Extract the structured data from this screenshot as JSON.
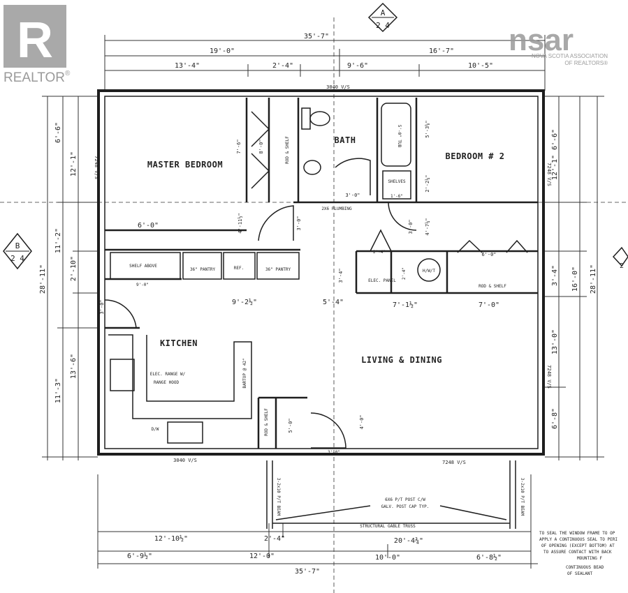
{
  "branding": {
    "realtor": "REALTOR",
    "realtor_mark": "®",
    "nsar_logo": "nsar",
    "nsar_association": "NOVA SCOTIA ASSOCIATION",
    "nsar_realtors": "OF REALTORS®"
  },
  "sections": {
    "a_letter": "A",
    "a_sheet": "2 4",
    "b_letter": "B",
    "b_sheet": "2 4",
    "b2_sheet": "2"
  },
  "dims": {
    "top_overall": "35'-7\"",
    "top_19": "19'-0\"",
    "top_16": "16'-7\"",
    "top_13": "13'-4\"",
    "top_2_4": "2'-4\"",
    "top_9_6": "9'-6\"",
    "top_10_5": "10'-5\"",
    "win_top": "3040 V/S",
    "win_bottom": "3040 V/S",
    "win_bottom_right": "7248 V/S",
    "left_28_11": "28'-11\"",
    "left_6_6": "6'-6\"",
    "left_12_1": "12'-1\"",
    "left_11_2": "11'-2\"",
    "left_2_10": "2'-10\"",
    "left_13_6": "13'-6\"",
    "left_11_3": "11'-3\"",
    "left_win": "7248 V/S",
    "right_6_6": "6'-6\"",
    "right_12_1": "12'-1\"",
    "right_28_11": "28'-11\"",
    "right_16_0": "16'-0\"",
    "right_3_4": "3'-4\"",
    "right_13_0": "13'-0\"",
    "right_6_8": "6'-8\"",
    "right_win_a": "7248 V/S",
    "right_win_b": "7248 V/S",
    "bot_12_10": "12'-10½\"",
    "bot_2_4": "2'-4\"",
    "bot_20_4": "20'-4¾\"",
    "bot_6_9": "6'-9½\"",
    "bot_12_0": "12'-0\"",
    "bot_10_0": "10'-0\"",
    "bot_6_8": "6'-8½\"",
    "bot_overall": "35'-7\""
  },
  "rooms": {
    "master": "MASTER BEDROOM",
    "bath": "BATH",
    "bedroom2": "BEDROOM # 2",
    "kitchen": "KITCHEN",
    "living": "LIVING & DINING"
  },
  "notes": {
    "master_6_0": "6'-0\"",
    "master_4_11": "4'-11½\"",
    "closet_7_6": "7'-6\"",
    "closet_8_0": "8'-0\"",
    "rod_shelf_a": "ROD & SHELF",
    "bath_3_0": "3'-0\"",
    "bath_3_0b": "3'-0\"",
    "tub": "5'-0\" TUB",
    "shelves": "SHELVES",
    "plumbing": "2X6 PLUMBING",
    "br2_5_3": "5'-3⅝\"",
    "br2_2_2": "2'-2¼\"",
    "br2_1_6": "1'-6\"",
    "br2_4_7": "4'-7¼\"",
    "br2_3_0": "3'-0\"",
    "shelf_above": "SHELF ABOVE",
    "pantry_1": "36\" PANTRY",
    "ref": "REF.",
    "pantry_2": "36\" PANTRY",
    "k_9_0": "9'-0\"",
    "k_9_2": "9'-2½\"",
    "k_5_4": "5'-4\"",
    "k_7_1": "7'-1½\"",
    "k_7_0": "7'-0\"",
    "k_3_4": "3'-4\"",
    "k_2_4": "2'-4\"",
    "k_3_0": "3'-0\"",
    "utility_2_4": "2'-4\"",
    "elec_panel": "ELEC. PANEL",
    "hwt": "H/W/T",
    "rod_shelf_b": "ROD & SHELF",
    "br2_6_0": "6'-0\"",
    "range": "ELEC. RANGE W/",
    "range_hood": "RANGE HOOD",
    "bartop": "BARTOP @ 42\"",
    "dw": "D/W",
    "rod_shelf_c": "ROD & SHELF",
    "closet_5_0": "5'-0\"",
    "entry_4_0": "4'-0\"",
    "entry_3_0": "3'-0\"",
    "beam_left": "3-2x10 P/T BEAM",
    "beam_right": "3-2x10 P/T BEAM",
    "post_cap": "6X6 P/T POST C/W",
    "post_cap2": "GALV. POST CAP TYP.",
    "gable": "STRUCTURAL GABLE TRUSS"
  },
  "window_note": {
    "line1": "TO SEAL THE WINDOW FRAME TO OP",
    "line2": "APPLY A CONTINUOUS SEAL TO PERI",
    "line3": "OF OPENING (EXCEPT BOTTOM) AT",
    "line4": "TO ASSURE CONTACT WITH BACK",
    "line5": "MOUNTING F",
    "line6": "CONTINUOUS BEAD",
    "line7": "OF SEALANT"
  },
  "colors": {
    "ink": "#1e1e1e",
    "paper": "#ffffff",
    "watermark": "#9a9a9a"
  }
}
